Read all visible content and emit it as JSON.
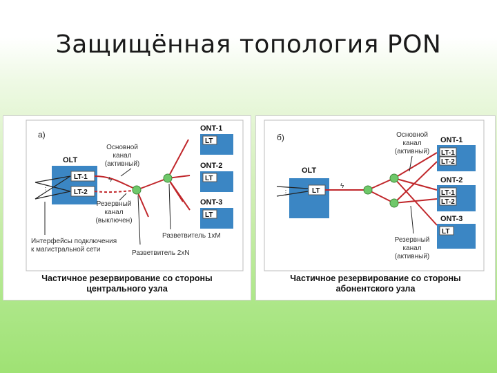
{
  "slide": {
    "title": "Защищённая топология PON"
  },
  "panel_a": {
    "tag": "а)",
    "olt_label": "OLT",
    "lt1": "LT-1",
    "lt2": "LT-2",
    "main_channel": [
      "Основной",
      "канал",
      "(активный)"
    ],
    "backup_channel": [
      "Резервный",
      "канал",
      "(выключен)"
    ],
    "ont": [
      {
        "name": "ONT-1",
        "lt": "LT"
      },
      {
        "name": "ONT-2",
        "lt": "LT"
      },
      {
        "name": "ONT-3",
        "lt": "LT"
      }
    ],
    "splitter_1xm": "Разветвитель 1хМ",
    "splitter_2xn": "Разветвитель 2хN",
    "interfaces": [
      "Интерфейсы подключения",
      "к магистральной сети"
    ],
    "caption": [
      "Частичное резервирование со стороны",
      "центрального узла"
    ]
  },
  "panel_b": {
    "tag": "б)",
    "olt_label": "OLT",
    "lt": "LT",
    "main_channel": [
      "Основной",
      "канал",
      "(активный)"
    ],
    "backup_channel": [
      "Резервный",
      "канал",
      "(активный)"
    ],
    "ont": [
      {
        "name": "ONT-1",
        "lts": [
          "LT-1",
          "LT-2"
        ]
      },
      {
        "name": "ONT-2",
        "lts": [
          "LT-1",
          "LT-2"
        ]
      },
      {
        "name": "ONT-3",
        "lts": [
          "LT"
        ]
      }
    ],
    "caption": [
      "Частичное резервирование со стороны",
      "абонентского узла"
    ]
  },
  "colors": {
    "box_blue": "#3b86c4",
    "lt_box": "#ffffff",
    "fiber_red": "#c0262a",
    "splitter_green": "#6fc86a",
    "arrow_dark": "#222222"
  }
}
